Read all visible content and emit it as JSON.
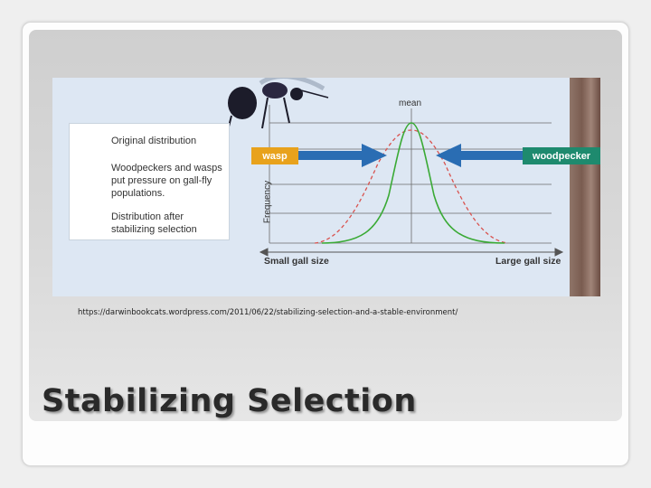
{
  "figure": {
    "legend": [
      {
        "symbol": "dashed-red-line",
        "label": "Original distribution"
      },
      {
        "symbol": "blue-arrow",
        "label": "Woodpeckers and wasps put pressure on gall-fly populations."
      },
      {
        "symbol": "green-line",
        "label": "Distribution after stabilizing selection"
      }
    ],
    "mean_label": "mean",
    "y_axis_label": "Frequency",
    "x_axis_left": "Small gall size",
    "x_axis_right": "Large gall size",
    "wasp_tag": "wasp",
    "woodpecker_tag": "woodpecker",
    "colors": {
      "original": "#d9534f",
      "after": "#3aaa35",
      "arrow": "#2a6db3",
      "wasp": "#e8a21c",
      "woodpecker": "#1e8a6e"
    }
  },
  "source_url": "https://darwinbookcats.wordpress.com/2011/06/22/stabilizing-selection-and-a-stable-environment/",
  "slide_title": "Stabilizing Selection"
}
